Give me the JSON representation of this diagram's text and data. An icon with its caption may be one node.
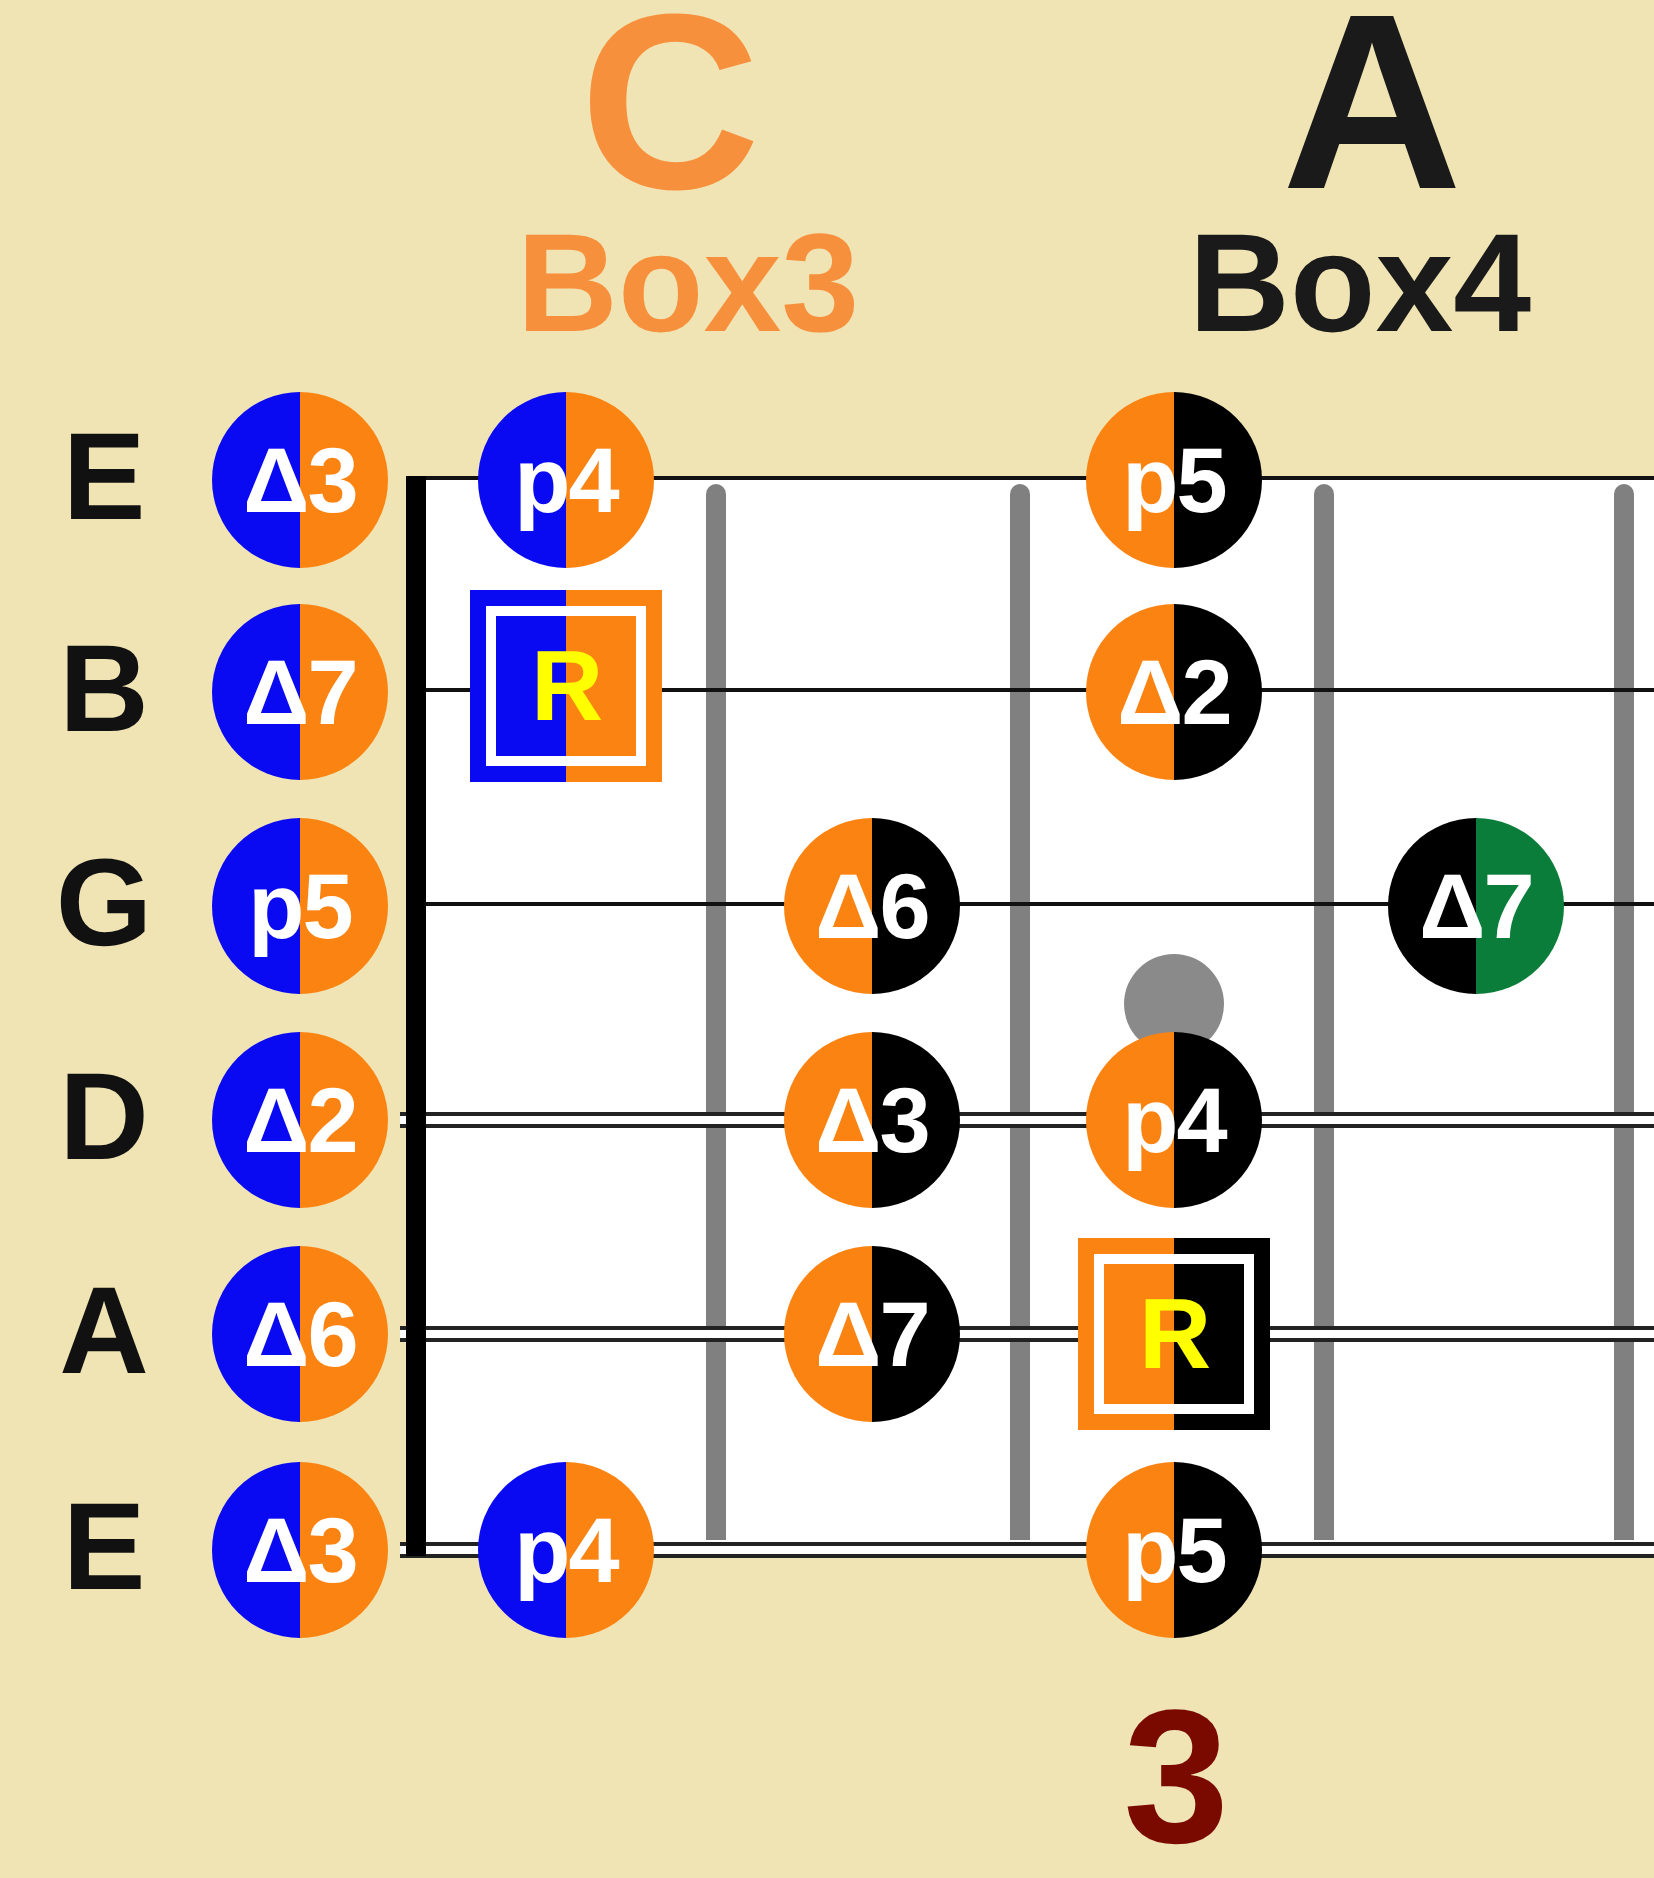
{
  "diagram": {
    "nodes": [
      {
        "text": [
          "Δ3"
        ]
      },
      {
        "text": [
          "p4"
        ]
      },
      {
        "text": [
          "p5"
        ]
      },
      {
        "text": [
          "Δ7"
        ]
      },
      {
        "text": [
          "R"
        ]
      },
      {
        "text": [
          "Δ2"
        ]
      },
      {
        "text": [
          "p5"
        ]
      },
      {
        "text": [
          "Δ6"
        ]
      },
      {
        "text": [
          "Δ7"
        ]
      },
      {
        "text": [
          "Δ2"
        ]
      },
      {
        "text": [
          "Δ3"
        ]
      },
      {
        "text": [
          "p4"
        ]
      },
      {
        "text": [
          "Δ6"
        ]
      },
      {
        "text": [
          "Δ7"
        ]
      },
      {
        "text": [
          "R"
        ]
      },
      {
        "text": [
          "Δ3"
        ]
      },
      {
        "text": [
          "p4"
        ]
      },
      {
        "text": [
          "p5"
        ]
      }
    ],
    "labels": [
      "C",
      "A",
      "Box3",
      "Box4",
      "E",
      "B",
      "G",
      "D",
      "A",
      "E",
      "3"
    ]
  }
}
